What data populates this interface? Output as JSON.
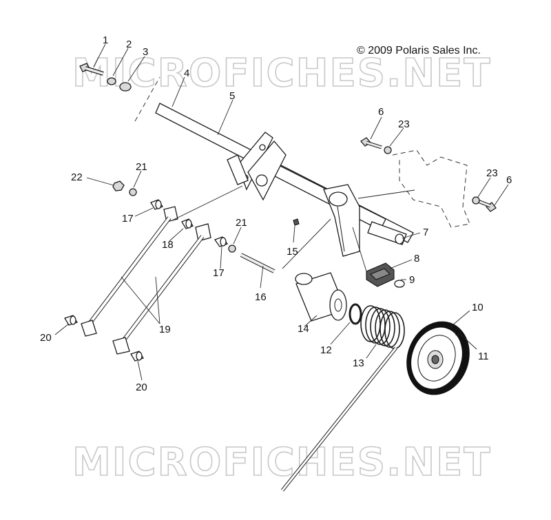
{
  "copyright": "© 2009 Polaris Sales Inc.",
  "watermark": "MICROFICHES.NET",
  "callouts": [
    {
      "id": "c1",
      "label": "1"
    },
    {
      "id": "c2",
      "label": "2"
    },
    {
      "id": "c3",
      "label": "3"
    },
    {
      "id": "c4",
      "label": "4"
    },
    {
      "id": "c5",
      "label": "5"
    },
    {
      "id": "c6a",
      "label": "6"
    },
    {
      "id": "c23a",
      "label": "23"
    },
    {
      "id": "c23b",
      "label": "23"
    },
    {
      "id": "c6b",
      "label": "6"
    },
    {
      "id": "c22",
      "label": "22"
    },
    {
      "id": "c21a",
      "label": "21"
    },
    {
      "id": "c17a",
      "label": "17"
    },
    {
      "id": "c21b",
      "label": "21"
    },
    {
      "id": "c18",
      "label": "18"
    },
    {
      "id": "c7",
      "label": "7"
    },
    {
      "id": "c15",
      "label": "15"
    },
    {
      "id": "c8",
      "label": "8"
    },
    {
      "id": "c17b",
      "label": "17"
    },
    {
      "id": "c9",
      "label": "9"
    },
    {
      "id": "c16",
      "label": "16"
    },
    {
      "id": "c10",
      "label": "10"
    },
    {
      "id": "c14",
      "label": "14"
    },
    {
      "id": "c19",
      "label": "19"
    },
    {
      "id": "c20a",
      "label": "20"
    },
    {
      "id": "c12",
      "label": "12"
    },
    {
      "id": "c11",
      "label": "11"
    },
    {
      "id": "c13",
      "label": "13"
    },
    {
      "id": "c20b",
      "label": "20"
    }
  ]
}
